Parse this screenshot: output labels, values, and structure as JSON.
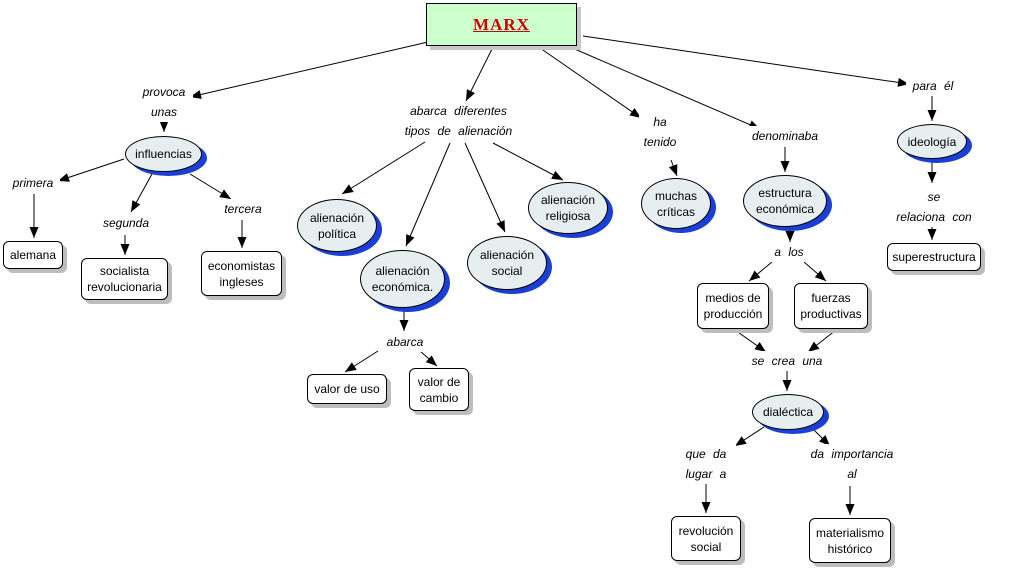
{
  "title": "MARX",
  "nodes": {
    "marx": "MARX",
    "influencias": "influencias",
    "alemana": "alemana",
    "socialista_revolucionaria": "socialista\nrevolucionaria",
    "economistas_ingleses": "economistas\ningleses",
    "alienacion_politica": "alienación\npolítica",
    "alienacion_economica": "alienación\neconómica.",
    "alienacion_social": "alienación\nsocial",
    "alienacion_religiosa": "alienación\nreligiosa",
    "valor_de_uso": "valor de uso",
    "valor_de_cambio": "valor de\ncambio",
    "muchas_criticas": "muchas\ncríticas",
    "estructura_economica": "estructura\neconómica",
    "medios_de_produccion": "medios de\nproducción",
    "fuerzas_productivas": "fuerzas\nproductivas",
    "dialectica": "dialéctica",
    "revolucion_social": "revolución\nsocial",
    "materialismo_historico": "materialismo\nhistórico",
    "ideologia": "ideología",
    "superestructura": "superestructura"
  },
  "links": {
    "provoca_unas": [
      "provoca",
      "unas"
    ],
    "abarca_diferentes": [
      "abarca  diferentes",
      "tipos  de  alienación"
    ],
    "ha_tenido": [
      "ha",
      "tenido"
    ],
    "denominaba": [
      "denominaba"
    ],
    "para_el": [
      "para  él"
    ],
    "primera": [
      "primera"
    ],
    "segunda": [
      "segunda"
    ],
    "tercera": [
      "tercera"
    ],
    "abarca": [
      "abarca"
    ],
    "a_los": [
      "a  los"
    ],
    "se_crea_una": [
      "se  crea  una"
    ],
    "que_da_lugar_a": [
      "que  da",
      "lugar  a"
    ],
    "da_importancia_al": [
      "da  importancia",
      "al"
    ],
    "se_relaciona_con": [
      "se",
      "relaciona  con"
    ]
  },
  "colors": {
    "root_fill": "#ccffcc",
    "root_text": "#cc0000",
    "ellipse_fill": "#e6eef0",
    "ellipse_shadow": "#1a3fd6",
    "rect_shadow": "#bdbdbd",
    "line": "#000000"
  }
}
